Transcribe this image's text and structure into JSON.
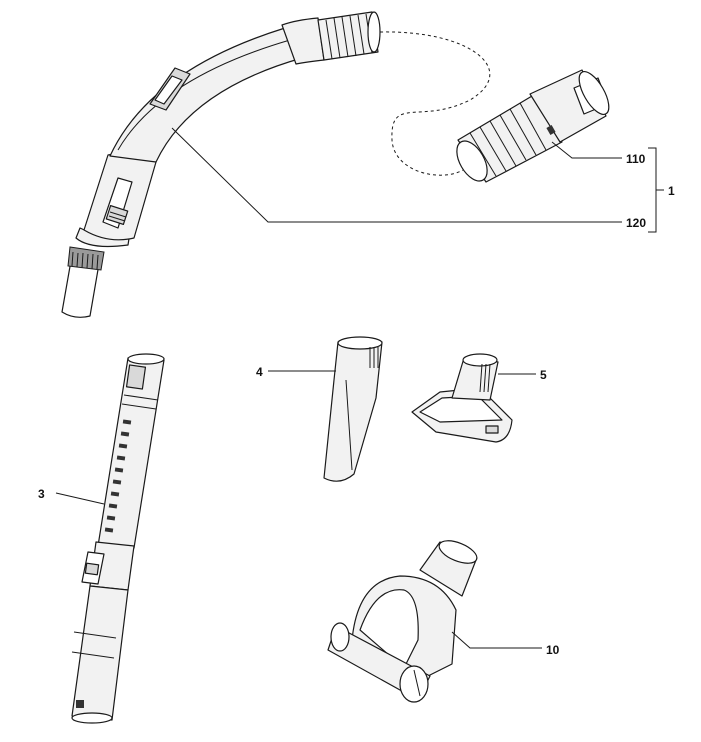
{
  "callouts": {
    "c110": "110",
    "c120": "120",
    "c1": "1",
    "c3": "3",
    "c4": "4",
    "c5": "5",
    "c10": "10"
  }
}
